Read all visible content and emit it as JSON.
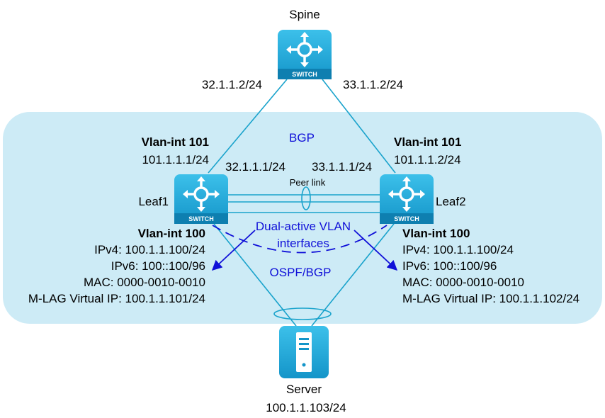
{
  "colors": {
    "device": "#1ea7d8",
    "device_dark": "#0e7fb0",
    "link": "#1aa3cc",
    "region": "#cdebf6",
    "protocol_text": "#1010d8",
    "arrow": "#1010d8"
  },
  "devices": {
    "spine": {
      "name": "Spine",
      "badge": "SWITCH",
      "icon": "l3-switch-icon"
    },
    "leaf1": {
      "name": "Leaf1",
      "badge": "SWITCH",
      "icon": "l3-switch-icon"
    },
    "leaf2": {
      "name": "Leaf2",
      "badge": "SWITCH",
      "icon": "l3-switch-icon"
    },
    "server": {
      "name": "Server",
      "ip": "100.1.1.103/24",
      "icon": "server-icon"
    }
  },
  "links": {
    "spine_leaf1": {
      "spine_ip": "32.1.1.2/24",
      "leaf_ip": "32.1.1.1/24"
    },
    "spine_leaf2": {
      "spine_ip": "33.1.1.2/24",
      "leaf_ip": "33.1.1.1/24"
    },
    "peer_link": "Peer link"
  },
  "protocols": {
    "bgp": "BGP",
    "ospf_bgp": "OSPF/BGP",
    "dual_active_line1": "Dual-active VLAN",
    "dual_active_line2": "interfaces"
  },
  "leaf1_config": {
    "vlan101_title": "Vlan-int 101",
    "vlan101_ip": "101.1.1.1/24",
    "vlan100_title": "Vlan-int 100",
    "ipv4": "IPv4: 100.1.1.100/24",
    "ipv6": "IPv6: 100::100/96",
    "mac": "MAC: 0000-0010-0010",
    "mlag_vip": "M-LAG Virtual IP: 100.1.1.101/24"
  },
  "leaf2_config": {
    "vlan101_title": "Vlan-int 101",
    "vlan101_ip": "101.1.1.2/24",
    "vlan100_title": "Vlan-int 100",
    "ipv4": "IPv4: 100.1.1.100/24",
    "ipv6": "IPv6: 100::100/96",
    "mac": "MAC: 0000-0010-0010",
    "mlag_vip": "M-LAG Virtual IP: 100.1.1.102/24"
  }
}
